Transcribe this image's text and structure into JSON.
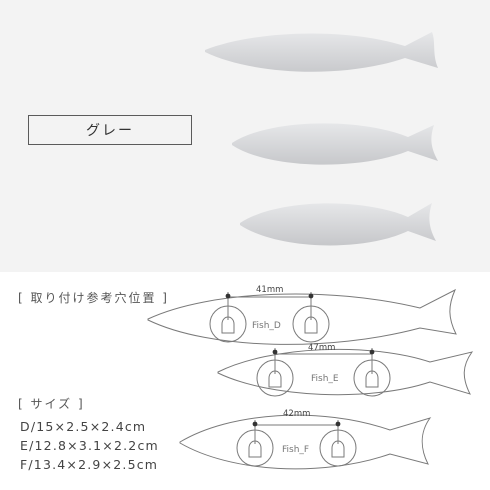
{
  "color_label": "グレー",
  "holes_title": "[ 取り付け参考穴位置 ]",
  "size_title": "[ サイズ ]",
  "sizes": [
    "D/15×2.5×2.4cm",
    "E/12.8×3.1×2.2cm",
    "F/13.4×2.9×2.5cm"
  ],
  "fish": [
    {
      "name": "Fish_D",
      "spacing": "41mm"
    },
    {
      "name": "Fish_E",
      "spacing": "47mm"
    },
    {
      "name": "Fish_F",
      "spacing": "42mm"
    }
  ],
  "colors": {
    "photo_bg": "#f3f3f3",
    "fish_body": "#dedfe1",
    "outline": "#7a7a7a"
  }
}
